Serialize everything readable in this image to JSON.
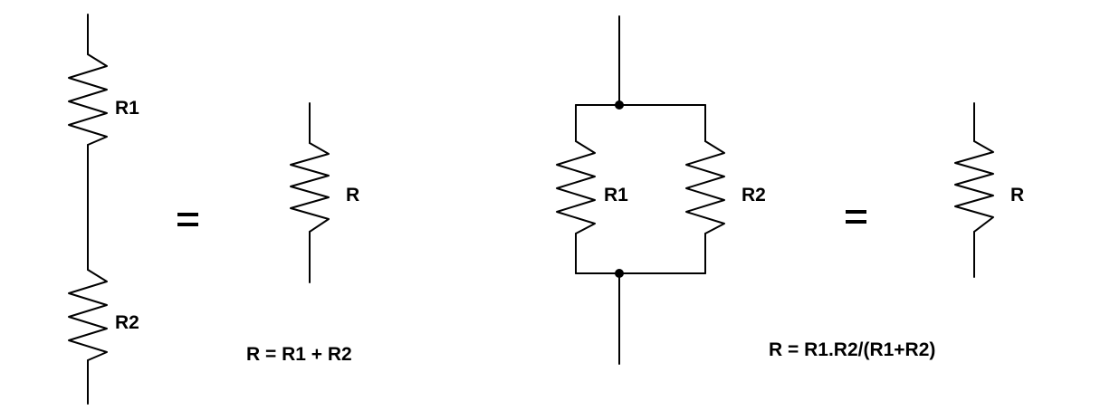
{
  "series_circuit": {
    "r1_label": "R1",
    "r2_label": "R2"
  },
  "series_equivalent": {
    "equals": "=",
    "r_label": "R",
    "formula": "R = R1 + R2"
  },
  "parallel_circuit": {
    "r1_label": "R1",
    "r2_label": "R2"
  },
  "parallel_equivalent": {
    "equals": "=",
    "r_label": "R",
    "formula": "R = R1.R2/(R1+R2)"
  }
}
